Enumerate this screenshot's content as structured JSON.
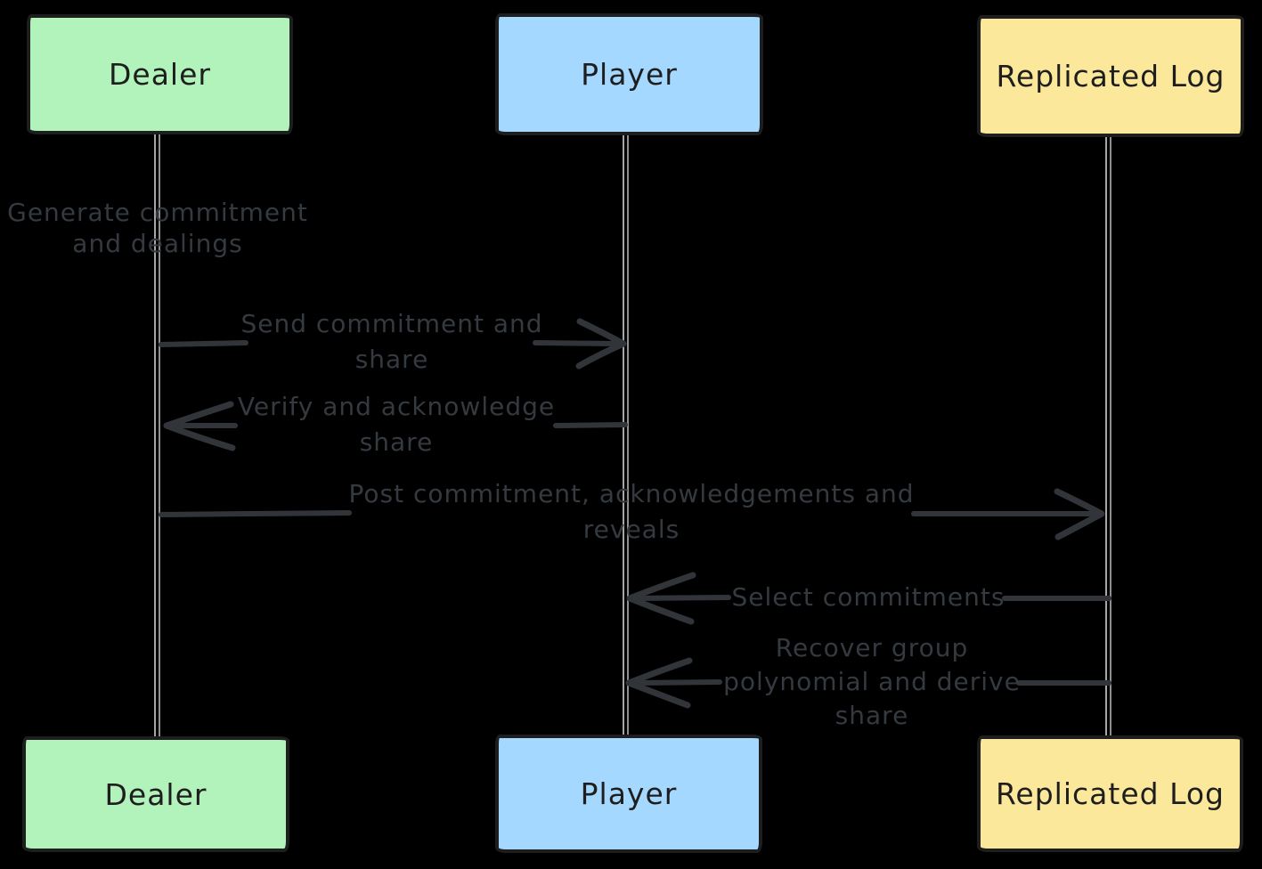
{
  "diagram": {
    "type": "sequence",
    "actors": [
      {
        "id": "dealer",
        "label": "Dealer",
        "color": "#b2f2bb"
      },
      {
        "id": "player",
        "label": "Player",
        "color": "#a5d8ff"
      },
      {
        "id": "replicated-log",
        "label": "Replicated Log",
        "color": "#fbe89a"
      }
    ],
    "self_note": {
      "actor": "Dealer",
      "lines": [
        "Generate commitment",
        "and dealings"
      ]
    },
    "messages": [
      {
        "from": "Dealer",
        "to": "Player",
        "direction": "right",
        "label": "Send commitment and share",
        "lines": [
          "Send commitment and",
          "share"
        ]
      },
      {
        "from": "Player",
        "to": "Dealer",
        "direction": "left",
        "label": "Verify and acknowledge share",
        "lines": [
          "Verify and acknowledge",
          "share"
        ]
      },
      {
        "from": "Dealer",
        "to": "Replicated Log",
        "direction": "right",
        "label": "Post commitment, acknowledgements and reveals",
        "lines": [
          "Post commitment, acknowledgements and",
          "reveals"
        ]
      },
      {
        "from": "Replicated Log",
        "to": "Player",
        "direction": "left",
        "label": "Select commitments",
        "lines": [
          "Select commitments"
        ]
      },
      {
        "from": "Replicated Log",
        "to": "Player",
        "direction": "left",
        "label": "Recover group polynomial and derive share",
        "lines": [
          "Recover group",
          "polynomial and derive",
          "share"
        ]
      }
    ]
  },
  "colors": {
    "background": "#000000",
    "ink": "#31353a",
    "label-text": "#343a40",
    "lifeline-a": "#a6a6a6",
    "lifeline-b": "#8f8f8f",
    "box-border": "#1e1e1e",
    "box-text": "#1e1e1e",
    "actor-green": "#b2f2bb",
    "actor-blue": "#a5d8ff",
    "actor-yellow": "#fbe89a"
  }
}
